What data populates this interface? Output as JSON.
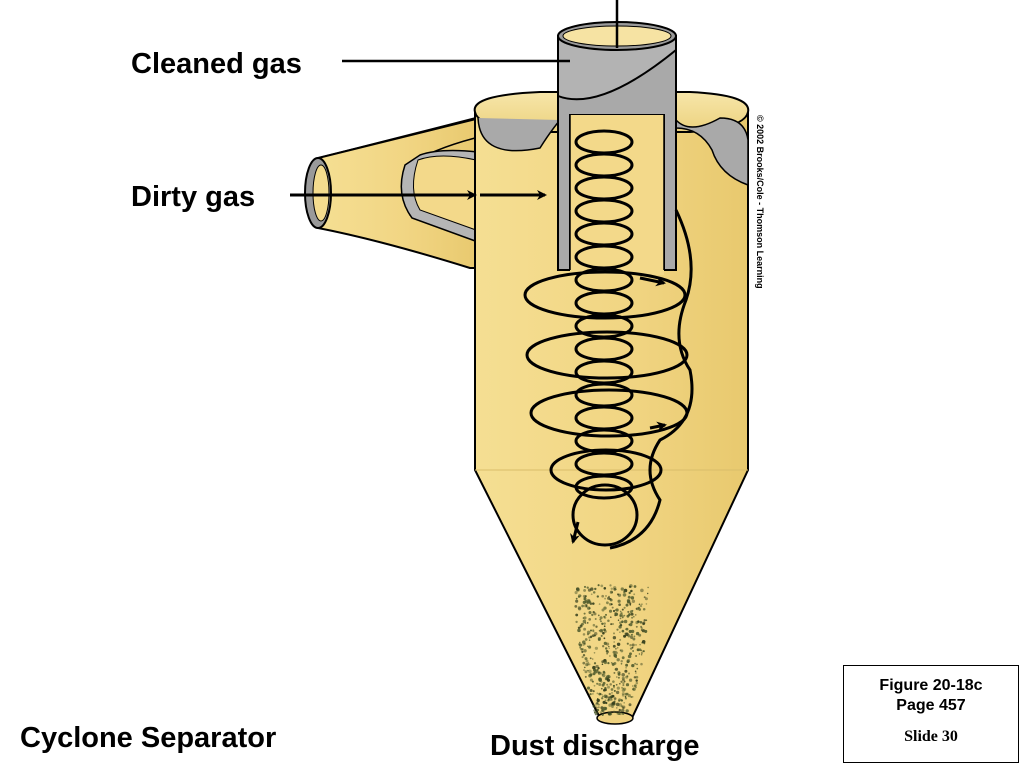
{
  "labels": {
    "cleaned_gas": "Cleaned gas",
    "dirty_gas": "Dirty gas",
    "cyclone_separator": "Cyclone Separator",
    "dust_discharge": "Dust discharge"
  },
  "copyright": "© 2002 Brooks/Cole - Thomson Learning",
  "figure_box": {
    "figure": "Figure 20-18c",
    "page": "Page 457",
    "slide": "Slide 30"
  },
  "colors": {
    "body_fill": "#f2d789",
    "metal_gray": "#a8a8a8",
    "dust": "#4e5a2c"
  }
}
